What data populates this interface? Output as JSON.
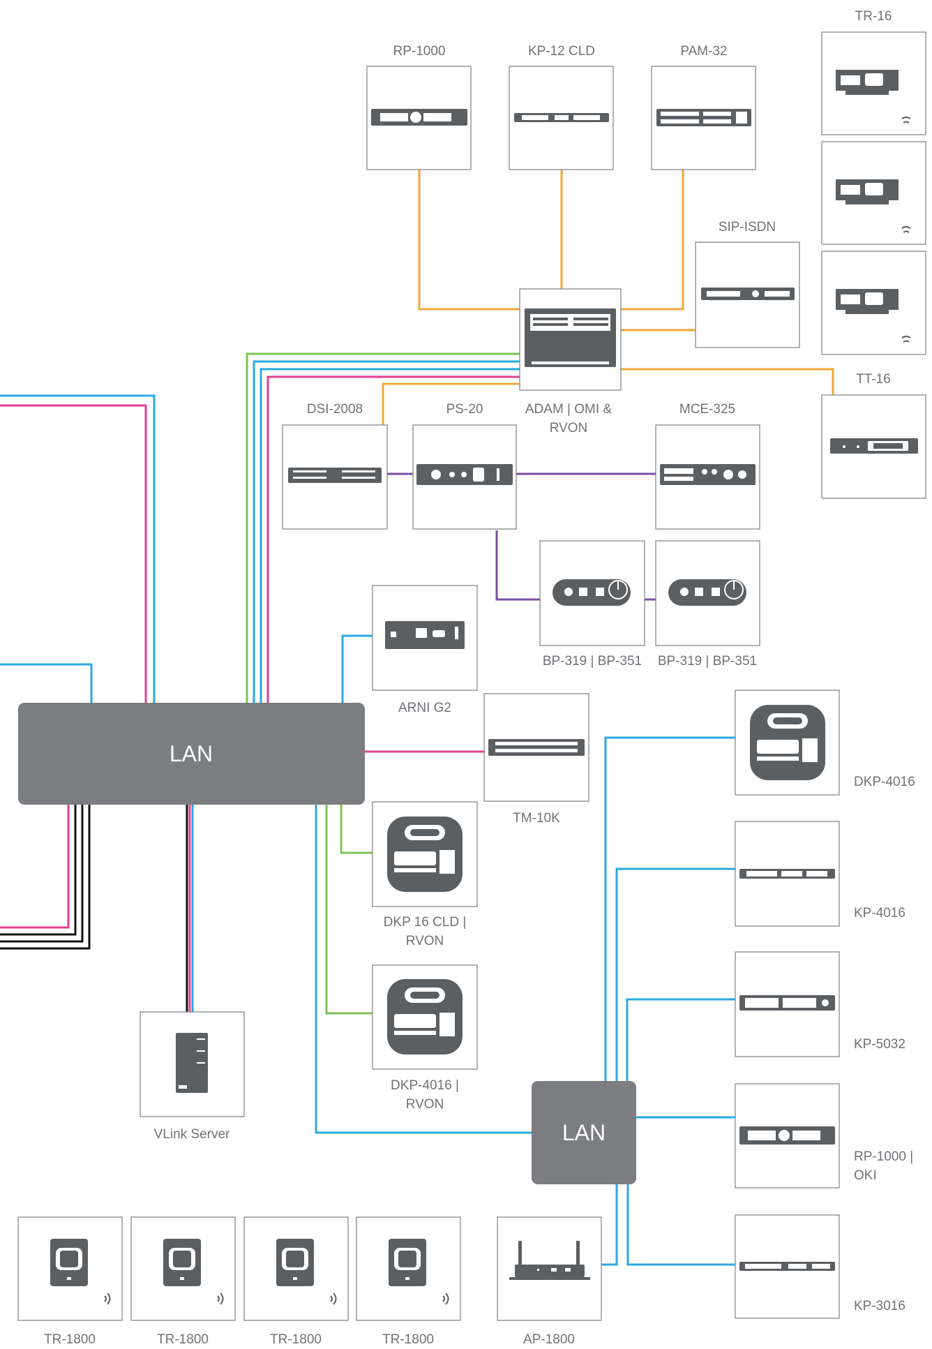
{
  "colors": {
    "cyan": "#2aa9e0",
    "magenta": "#e0408f",
    "green": "#7cc354",
    "orange": "#f2a73a",
    "purple": "#7b4fa0",
    "black": "#111111",
    "lan_fill": "#7b7d80",
    "device": "#5c5f62",
    "label": "#6f7275"
  },
  "lan_main": {
    "label": "LAN"
  },
  "lan_secondary": {
    "label": "LAN"
  },
  "devices": {
    "rp1000": {
      "label": "RP-1000",
      "icon": "rack-panel-icon"
    },
    "kp12": {
      "label": "KP-12 CLD",
      "icon": "rack-panel-icon"
    },
    "pam32": {
      "label": "PAM-32",
      "icon": "rack-panel-icon"
    },
    "tr16_a": {
      "label": "TR-16",
      "icon": "beltpack-icon"
    },
    "tr16_b": {
      "label": "",
      "icon": "beltpack-icon"
    },
    "tr16_c": {
      "label": "",
      "icon": "beltpack-icon"
    },
    "sipisdn": {
      "label": "SIP-ISDN",
      "icon": "rack-panel-icon"
    },
    "adam": {
      "label": "ADAM | OMI &",
      "label2": "RVON",
      "icon": "frame-icon"
    },
    "tt16": {
      "label": "TT-16",
      "icon": "rack-panel-icon"
    },
    "dsi2008": {
      "label": "DSI-2008",
      "icon": "rack-panel-icon"
    },
    "ps20": {
      "label": "PS-20",
      "icon": "rack-panel-icon"
    },
    "mce325": {
      "label": "MCE-325",
      "icon": "rack-panel-icon"
    },
    "bp319a": {
      "label": "BP-319 | BP-351",
      "icon": "beltpack-icon"
    },
    "bp319b": {
      "label": "BP-319 | BP-351",
      "icon": "beltpack-icon"
    },
    "arni": {
      "label": "ARNI G2",
      "icon": "router-icon"
    },
    "tm10k": {
      "label": "TM-10K",
      "icon": "rack-panel-icon"
    },
    "dkp16cld": {
      "label": "DKP 16 CLD |",
      "label2": "RVON",
      "icon": "desktop-keypanel-icon"
    },
    "dkp4016rvon": {
      "label": "DKP-4016 |",
      "label2": "RVON",
      "icon": "desktop-keypanel-icon"
    },
    "vlink": {
      "label": "VLink Server",
      "icon": "server-icon"
    },
    "dkp4016": {
      "label": "DKP-4016",
      "icon": "desktop-keypanel-icon"
    },
    "kp4016": {
      "label": "KP-4016",
      "icon": "rack-panel-icon"
    },
    "kp5032": {
      "label": "KP-5032",
      "icon": "rack-panel-icon"
    },
    "rp1000oki": {
      "label": "RP-1000 |",
      "label2": "OKI",
      "icon": "rack-panel-icon"
    },
    "kp3016": {
      "label": "KP-3016",
      "icon": "rack-panel-icon"
    },
    "tr1800_1": {
      "label": "TR-1800",
      "icon": "wireless-beltpack-icon"
    },
    "tr1800_2": {
      "label": "TR-1800",
      "icon": "wireless-beltpack-icon"
    },
    "tr1800_3": {
      "label": "TR-1800",
      "icon": "wireless-beltpack-icon"
    },
    "tr1800_4": {
      "label": "TR-1800",
      "icon": "wireless-beltpack-icon"
    },
    "ap1800": {
      "label": "AP-1800",
      "icon": "access-point-icon"
    }
  }
}
